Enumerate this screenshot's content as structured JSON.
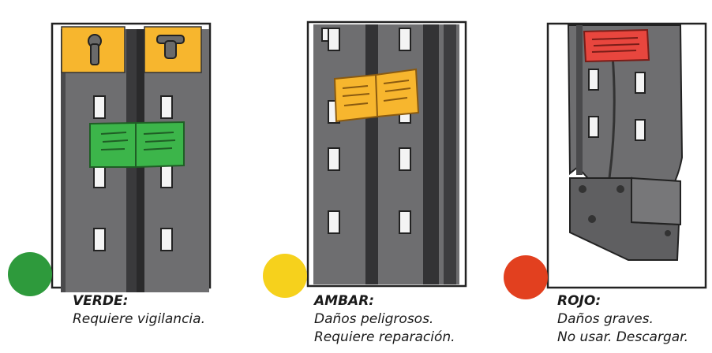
{
  "panels": [
    {
      "status_color": "#2e9a3c",
      "label_color": "#3cb54a",
      "title": "VERDE:",
      "lines": [
        "Requiere vigilancia."
      ]
    },
    {
      "status_color": "#f6d11c",
      "label_color": "#f7b62e",
      "title": "AMBAR:",
      "lines": [
        "Daños peligrosos.",
        "Requiere reparación."
      ]
    },
    {
      "status_color": "#e2401f",
      "label_color": "#e8463e",
      "title": "ROJO:",
      "lines": [
        "Daños graves.",
        "No usar. Descargar."
      ]
    }
  ],
  "icons": {
    "panel_1": "upright-with-green-label-icon",
    "panel_2": "upright-with-amber-label-icon",
    "panel_3": "damaged-upright-with-red-label-icon"
  }
}
